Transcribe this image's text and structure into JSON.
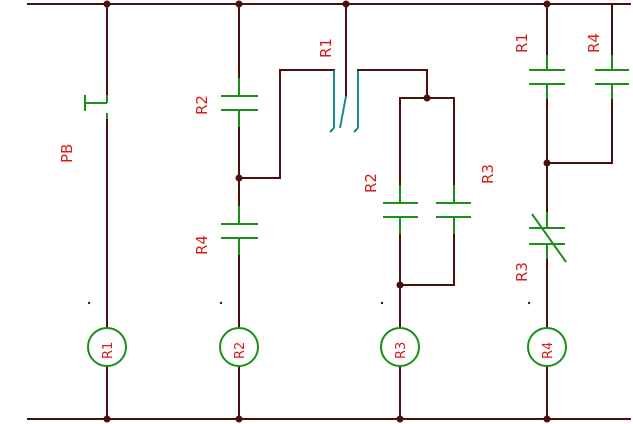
{
  "labels": {
    "pb": "PB",
    "rung2_contact_r2": "R2",
    "rung2_contact_r4": "R4",
    "switch_r1": "R1",
    "rung3_contact_r2": "R2",
    "rung3_contact_r3": "R3",
    "rung4_contact_r1": "R1",
    "rung4_contact_r4": "R4",
    "rung4_contact_r3_nc": "R3",
    "coil_r1": "R1",
    "coil_r2": "R2",
    "coil_r3": "R3",
    "coil_r4": "R4"
  },
  "colors": {
    "wire": "#4a1010",
    "device": "#1a8f1a",
    "switch": "#1a8a8a",
    "label": "#d81a1a"
  }
}
